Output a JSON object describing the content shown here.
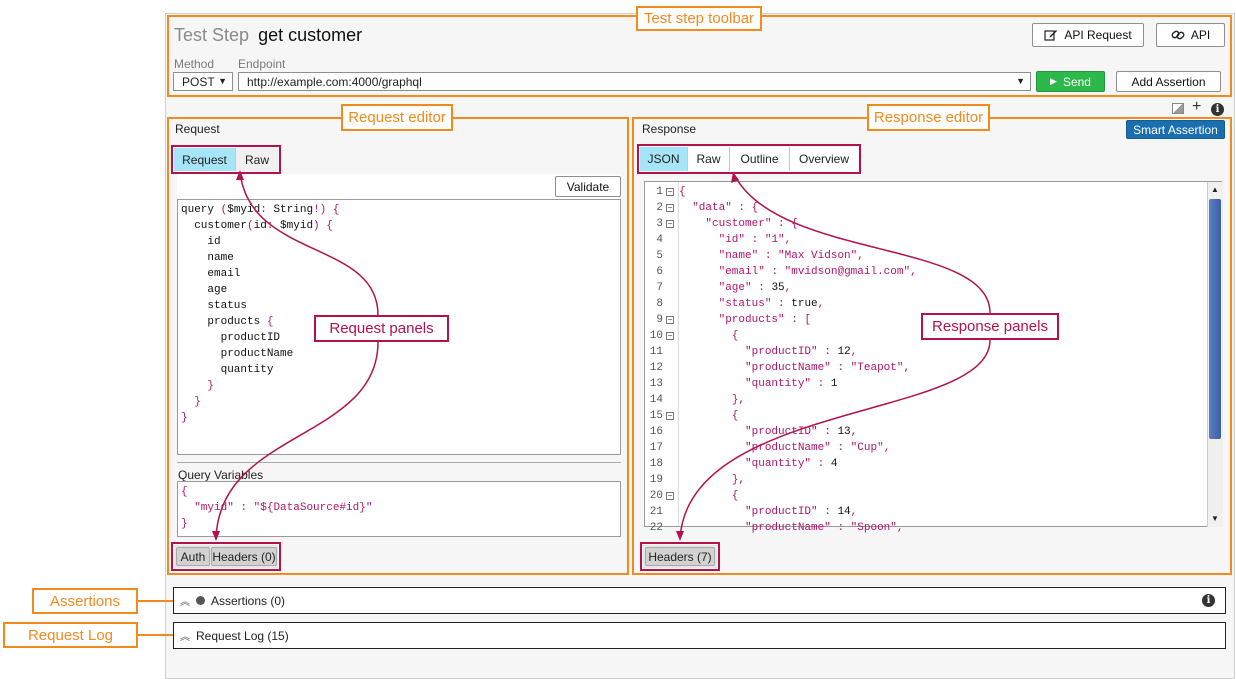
{
  "toolbar": {
    "title_prefix": "Test Step",
    "title_name": "get customer",
    "api_request_label": "API Request",
    "api_label": "API",
    "method_label": "Method",
    "endpoint_label": "Endpoint",
    "method_value": "POST",
    "endpoint_value": "http://example.com:4000/graphql",
    "send_label": "Send",
    "add_assertion_label": "Add Assertion"
  },
  "request": {
    "header": "Request",
    "tabs": [
      "Request",
      "Raw"
    ],
    "validate_label": "Validate",
    "query_lines": [
      "query ($myid: String!) {",
      "  customer(id: $myid) {",
      "    id",
      "    name",
      "    email",
      "    age",
      "    status",
      "    products {",
      "      productID",
      "      productName",
      "      quantity",
      "    }",
      "  }",
      "}"
    ],
    "variables_label": "Query Variables",
    "variables_lines": [
      "{",
      "  \"myid\" : \"${DataSource#id}\"",
      "}"
    ],
    "bottom_tabs": [
      "Auth",
      "Headers (0)"
    ]
  },
  "response": {
    "header": "Response",
    "smart_assertion_label": "Smart Assertion",
    "tabs": [
      "JSON",
      "Raw",
      "Outline",
      "Overview"
    ],
    "line_numbers": [
      "1",
      "2",
      "3",
      "4",
      "5",
      "6",
      "7",
      "8",
      "9",
      "10",
      "11",
      "12",
      "13",
      "14",
      "15",
      "16",
      "17",
      "18",
      "19",
      "20",
      "21",
      "22"
    ],
    "json_lines": [
      "{",
      "  \"data\" : {",
      "    \"customer\" : {",
      "      \"id\" : \"1\",",
      "      \"name\" : \"Max Vidson\",",
      "      \"email\" : \"mvidson@gmail.com\",",
      "      \"age\" : 35,",
      "      \"status\" : true,",
      "      \"products\" : [",
      "        {",
      "          \"productID\" : 12,",
      "          \"productName\" : \"Teapot\",",
      "          \"quantity\" : 1",
      "        },",
      "        {",
      "          \"productID\" : 13,",
      "          \"productName\" : \"Cup\",",
      "          \"quantity\" : 4",
      "        },",
      "        {",
      "          \"productID\" : 14,",
      "          \"productName\" : \"Spoon\","
    ],
    "bottom_tab": "Headers (7)"
  },
  "assertions": {
    "label": "Assertions (0)"
  },
  "request_log": {
    "label": "Request Log (15)"
  },
  "callouts": {
    "test_step_toolbar": "Test step toolbar",
    "request_editor": "Request editor",
    "response_editor": "Response editor",
    "request_panels": "Request panels",
    "response_panels": "Response panels",
    "assertions": "Assertions",
    "request_log": "Request Log"
  },
  "colors": {
    "accent_orange": "#f28a1e",
    "callout_red": "#b3124f",
    "active_tab": "#a6e4f7",
    "send_green": "#2db84b",
    "smart_blue": "#1b6fb0"
  }
}
